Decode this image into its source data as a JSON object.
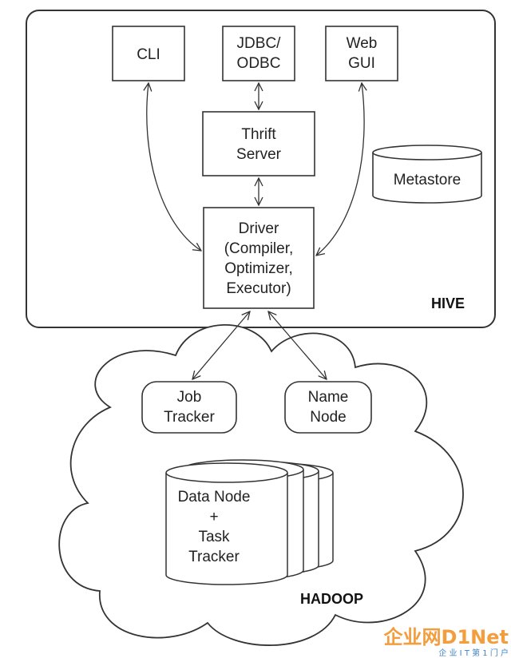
{
  "hive": {
    "label": "HIVE",
    "cli": "CLI",
    "jdbc": [
      "JDBC/",
      "ODBC"
    ],
    "webgui": [
      "Web",
      "GUI"
    ],
    "thrift": [
      "Thrift",
      "Server"
    ],
    "metastore": "Metastore",
    "driver": [
      "Driver",
      "(Compiler,",
      "Optimizer,",
      "Executor)"
    ]
  },
  "hadoop": {
    "label": "HADOOP",
    "jobtracker": [
      "Job",
      "Tracker"
    ],
    "namenode": [
      "Name",
      "Node"
    ],
    "datanode": [
      "Data Node",
      "+",
      "Task",
      "Tracker"
    ]
  },
  "watermark": {
    "brand": "企业网D1Net",
    "sub": "企 业 I T 第 1 门 户",
    "colors": {
      "orange": "#f28c1c",
      "blue": "#1e6fb8"
    }
  }
}
